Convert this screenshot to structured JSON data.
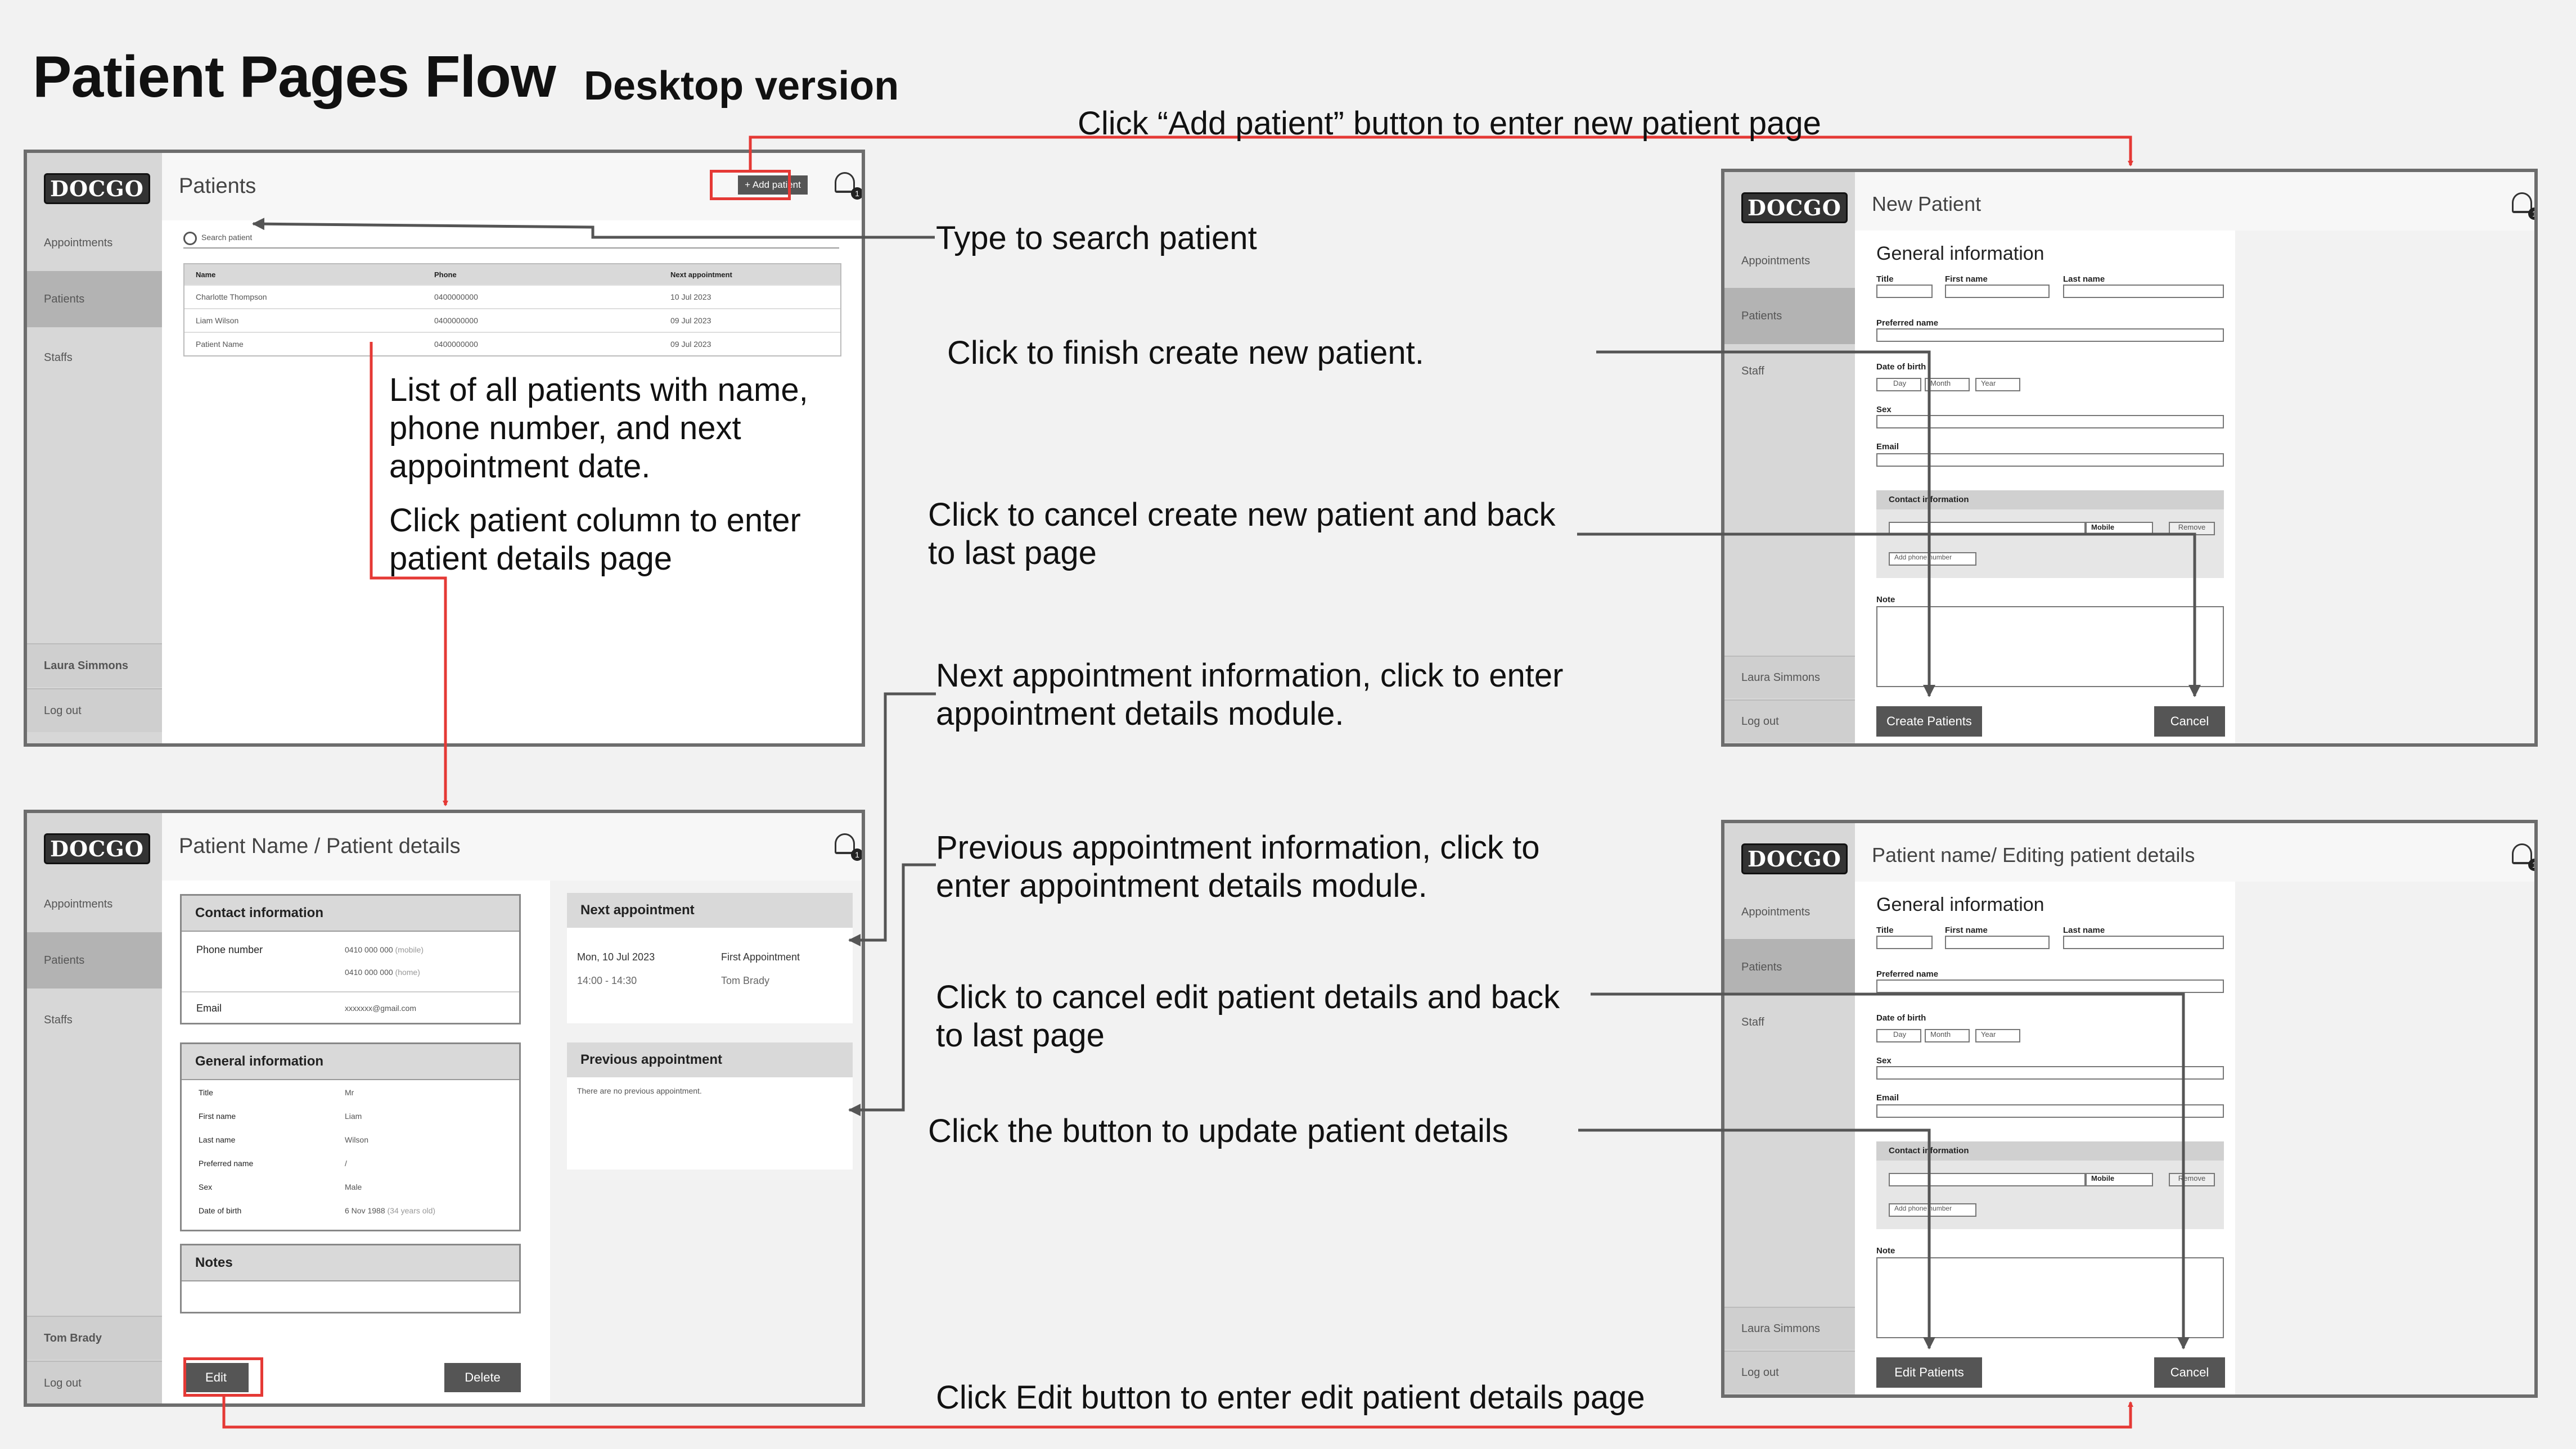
{
  "title": "Patient Pages Flow",
  "subtitle": "Desktop version",
  "brand": "DOCGO",
  "annotations": {
    "add_patient": "Click “Add patient” button to enter new patient page",
    "search": "Type to search patient",
    "list": "List of all patients with name, phone number, and next appointment date.",
    "click_column": "Click patient column to enter patient details page",
    "finish_create": "Click to finish create new patient.",
    "cancel_create": "Click to cancel create new patient and back to last page",
    "next_appt": "Next appointment information, click to enter appointment details module.",
    "prev_appt": "Previous appointment information, click to enter appointment details module.",
    "cancel_edit": "Click to cancel edit patient details and back to last page",
    "update": "Click the button to update patient details",
    "edit": "Click Edit button to enter edit patient details page"
  },
  "screen_patients": {
    "nav": [
      "Appointments",
      "Patients",
      "Staffs"
    ],
    "user": "Laura Simmons",
    "logout": "Log out",
    "header": "Patients",
    "add_button": "+ Add patient",
    "bell_count": "1",
    "search_placeholder": "Search patient",
    "columns": [
      "Name",
      "Phone",
      "Next appointment"
    ],
    "rows": [
      [
        "Charlotte Thompson",
        "0400000000",
        "10 Jul 2023"
      ],
      [
        "Liam Wilson",
        "0400000000",
        "09 Jul 2023"
      ],
      [
        "Patient Name",
        "0400000000",
        "09 Jul 2023"
      ]
    ]
  },
  "screen_details": {
    "nav": [
      "Appointments",
      "Patients",
      "Staffs"
    ],
    "user": "Tom Brady",
    "logout": "Log out",
    "header": "Patient Name / Patient details",
    "bell_count": "1",
    "contact_title": "Contact information",
    "phone_label": "Phone number",
    "phone1": "0410 000 000",
    "phone1_type": "(mobile)",
    "phone2": "0410 000 000",
    "phone2_type": "(home)",
    "email_label": "Email",
    "email_value": "xxxxxxx@gmail.com",
    "general_title": "General information",
    "general": [
      [
        "Title",
        "Mr"
      ],
      [
        "First name",
        "Liam"
      ],
      [
        "Last name",
        "Wilson"
      ],
      [
        "Preferred name",
        "/"
      ],
      [
        "Sex",
        "Male"
      ],
      [
        "Date of birth",
        "6 Nov 1988"
      ]
    ],
    "age": "(34 years old)",
    "notes_title": "Notes",
    "next_title": "Next appointment",
    "next_date": "Mon, 10 Jul 2023",
    "next_time": "14:00 - 14:30",
    "next_type": "First Appointment",
    "next_staff": "Tom Brady",
    "prev_title": "Previous appointment",
    "prev_empty": "There are no previous appointment.",
    "edit_button": "Edit",
    "delete_button": "Delete"
  },
  "screen_new": {
    "nav": [
      "Appointments",
      "Patients",
      "Staff"
    ],
    "user": "Laura Simmons",
    "logout": "Log out",
    "header": "New Patient",
    "bell_count": "1",
    "section": "General information",
    "title_label": "Title",
    "first_label": "First name",
    "last_label": "Last name",
    "preferred_label": "Preferred name",
    "dob_label": "Date of birth",
    "day": "Day",
    "month": "Month",
    "year": "Year",
    "sex_label": "Sex",
    "email_label": "Email",
    "contact_title": "Contact information",
    "mobile": "Mobile",
    "remove": "Remove",
    "add_phone": "Add phone number",
    "note_label": "Note",
    "create_button": "Create Patients",
    "cancel_button": "Cancel"
  },
  "screen_edit": {
    "nav": [
      "Appointments",
      "Patients",
      "Staff"
    ],
    "user": "Laura Simmons",
    "logout": "Log out",
    "header": "Patient name/ Editing patient details",
    "bell_count": "1",
    "section": "General information",
    "title_label": "Title",
    "first_label": "First name",
    "last_label": "Last name",
    "preferred_label": "Preferred name",
    "dob_label": "Date of birth",
    "day": "Day",
    "month": "Month",
    "year": "Year",
    "sex_label": "Sex",
    "email_label": "Email",
    "contact_title": "Contact information",
    "mobile": "Mobile",
    "remove": "Remove",
    "add_phone": "Add phone number",
    "note_label": "Note",
    "edit_button": "Edit Patients",
    "cancel_button": "Cancel"
  }
}
